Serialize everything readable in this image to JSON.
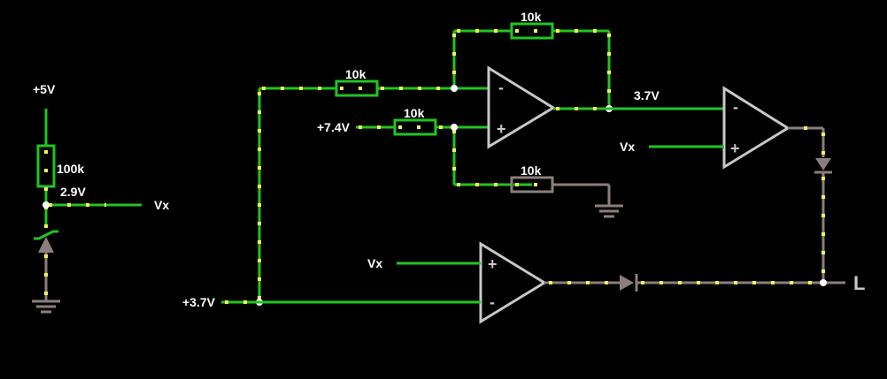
{
  "labels": {
    "v5": "+5V",
    "r100k": "100k",
    "v29": "2.9V",
    "vx_left": "Vx",
    "r_top": "10k",
    "r_in1": "10k",
    "r_in2": "10k",
    "r_gnd": "10k",
    "v74": "+7.4V",
    "v37_out": "3.7V",
    "vx_mid": "Vx",
    "vx_bottom": "Vx",
    "v37_in": "+3.7V",
    "out_L": "L"
  },
  "opamp_signs": {
    "minus": "-",
    "plus": "+"
  },
  "colors": {
    "wire_active": "#22c422",
    "wire_inactive": "#8a7f7d",
    "current_dots": "#f2f25a",
    "opamp_outline": "#c8c8c8"
  }
}
